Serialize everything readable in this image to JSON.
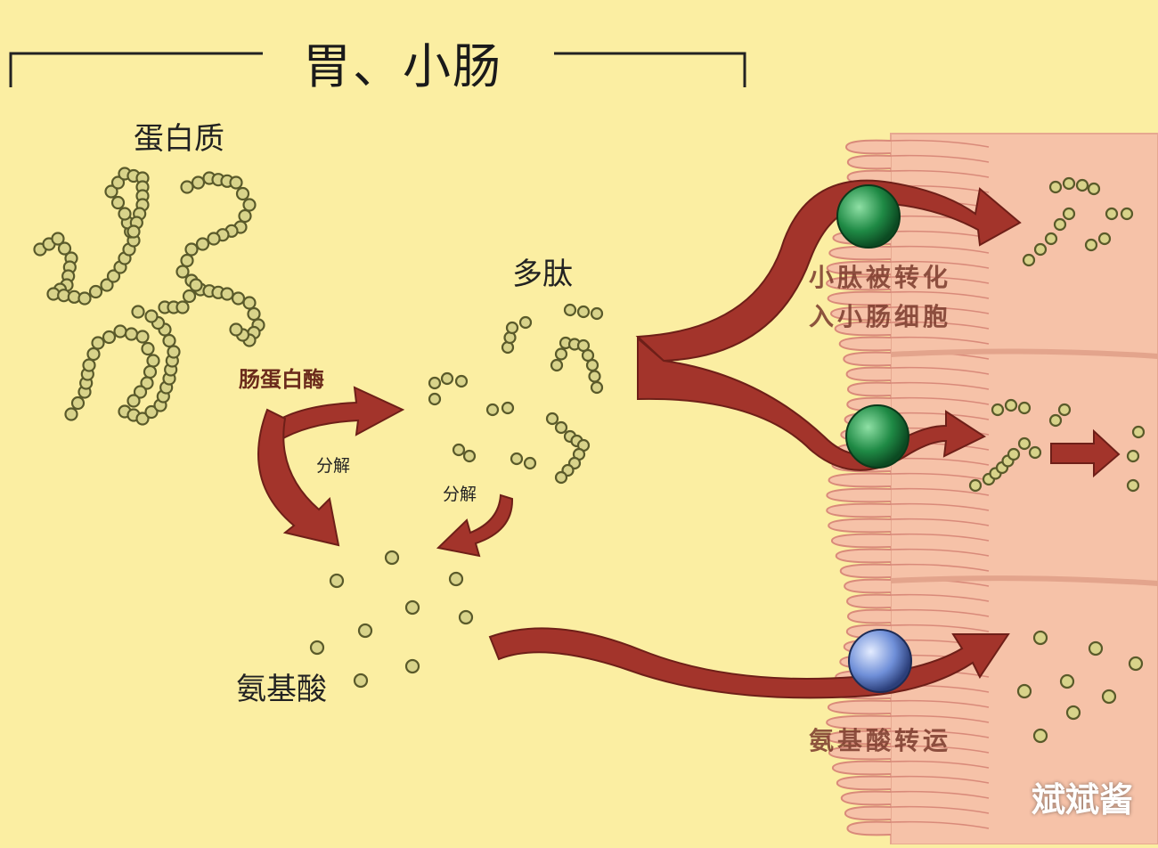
{
  "title": "胃、小肠",
  "labels": {
    "protein": "蛋白质",
    "peptide": "多肽",
    "enzyme": "肠蛋白酶",
    "decompose_1": "分解",
    "decompose_2": "分解",
    "amino_acid": "氨基酸",
    "small_peptide_line1": "小肽被转化",
    "small_peptide_line2": "入小肠细胞",
    "amino_transport": "氨基酸转运"
  },
  "watermark": "斌斌酱",
  "colors": {
    "background": "#fbeea2",
    "cell": "#f6c2a8",
    "villus_line": "#d98a7a",
    "arrow": "#a3342b",
    "bead_fill": "#d8d38a",
    "bead_stroke": "#5a5a2a",
    "transporter_green": "#1f8a45",
    "transporter_blue": "#6f8fd8"
  },
  "icons": [
    "green-transporter-icon",
    "blue-transporter-icon"
  ]
}
